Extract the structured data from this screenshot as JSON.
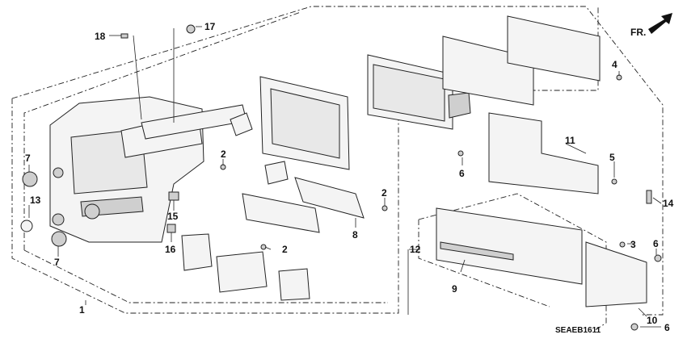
{
  "diagram": {
    "direction_label": "FR.",
    "reference_code": "SEAEB1611",
    "callouts": [
      "1",
      "2",
      "2",
      "2",
      "3",
      "4",
      "5",
      "6",
      "6",
      "6",
      "7",
      "7",
      "8",
      "9",
      "10",
      "11",
      "12",
      "13",
      "14",
      "15",
      "16",
      "17",
      "18"
    ]
  },
  "colors": {
    "line": "#222222",
    "background": "#ffffff"
  }
}
